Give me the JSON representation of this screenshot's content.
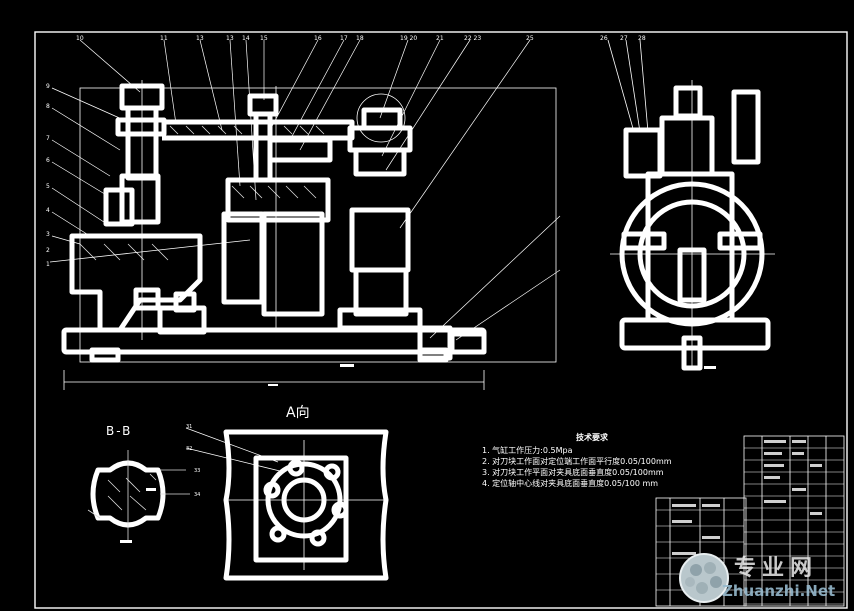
{
  "views": {
    "a_view": "A向",
    "b_section": "B-B"
  },
  "technical_requirements": {
    "title": "技术要求",
    "items": [
      "1. 气缸工作压力:0.5Mpa",
      "2. 对刀块工作面对定位端工作面平行度0.05/100mm",
      "3. 对刀块工作平面对夹具底面垂直度0.05/100mm",
      "4. 定位轴中心线对夹具底面垂直度0.05/100 mm"
    ]
  },
  "balloons": {
    "top_row": [
      "10",
      "11",
      "13",
      "13",
      "14",
      "15",
      "16",
      "17",
      "18",
      "19 20",
      "21",
      "22 23",
      "25"
    ],
    "right_view": [
      "26",
      "27",
      "28"
    ],
    "left_side": [
      "9",
      "8",
      "7",
      "6",
      "5",
      "4",
      "3",
      "2",
      "1"
    ],
    "section": [
      "31",
      "32",
      "33",
      "34"
    ]
  },
  "watermark": {
    "cn": "专业网",
    "en": "Zhuanzhi.Net"
  },
  "colors": {
    "background": "#000000",
    "lines": "#ffffff",
    "thin_lines": "#e6e6e6"
  }
}
